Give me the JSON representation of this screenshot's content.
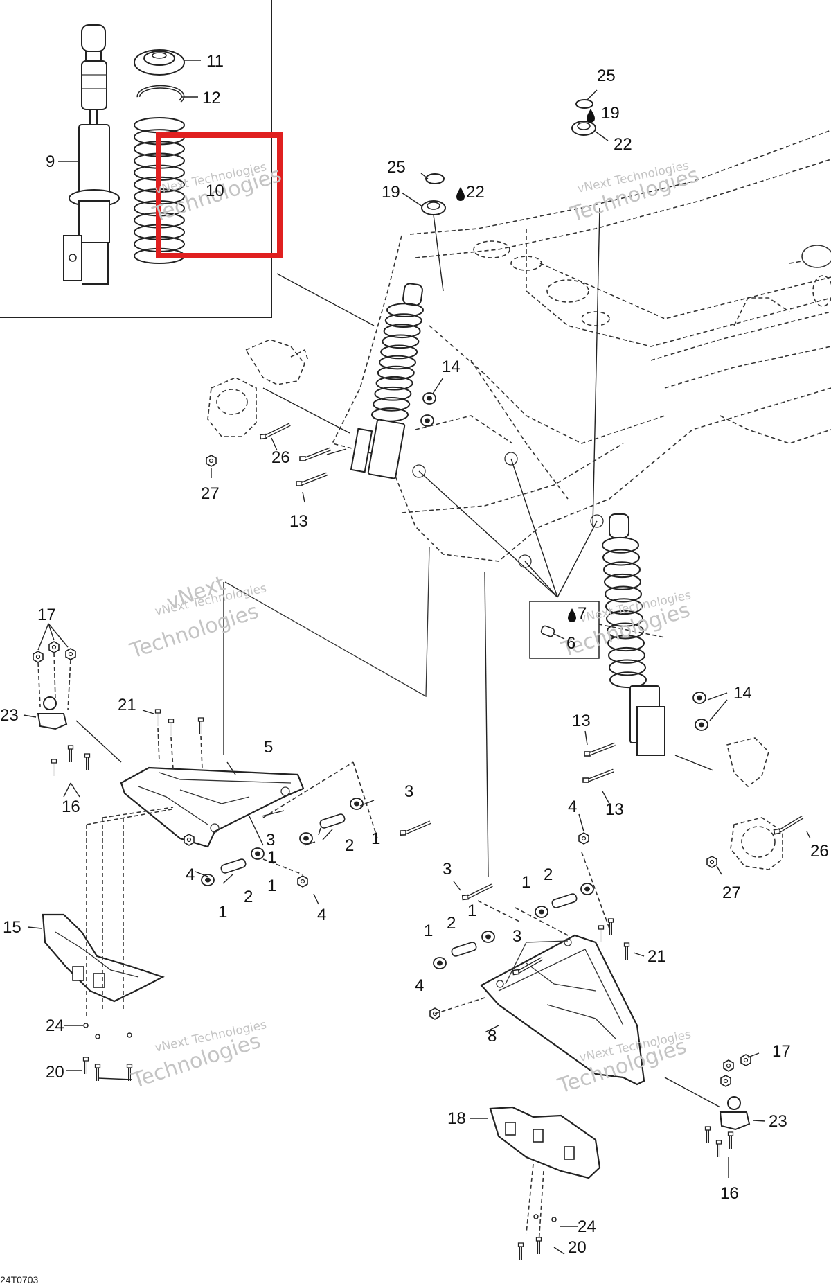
{
  "diagram": {
    "drawing_code": "24T0703",
    "watermark_lines": [
      "vNext Technologies",
      "vNext",
      "Technologies"
    ],
    "highlight_color": "#e02020",
    "oil_icon": "drop-icon",
    "labels": [
      {
        "id": "l11",
        "text": "11"
      },
      {
        "id": "l12",
        "text": "12"
      },
      {
        "id": "l9",
        "text": "9"
      },
      {
        "id": "l10",
        "text": "10"
      },
      {
        "id": "l25a",
        "text": "25"
      },
      {
        "id": "l19a",
        "text": "19"
      },
      {
        "id": "l22a",
        "text": "22"
      },
      {
        "id": "l25b",
        "text": "25"
      },
      {
        "id": "l19b",
        "text": "19"
      },
      {
        "id": "l22b",
        "text": "22"
      },
      {
        "id": "l14a",
        "text": "14"
      },
      {
        "id": "l26a",
        "text": "26"
      },
      {
        "id": "l27a",
        "text": "27"
      },
      {
        "id": "l13a",
        "text": "13"
      },
      {
        "id": "l7",
        "text": "7"
      },
      {
        "id": "l6",
        "text": "6"
      },
      {
        "id": "l17a",
        "text": "17"
      },
      {
        "id": "l23a",
        "text": "23"
      },
      {
        "id": "l21a",
        "text": "21"
      },
      {
        "id": "l5",
        "text": "5"
      },
      {
        "id": "l16a",
        "text": "16"
      },
      {
        "id": "l3a",
        "text": "3"
      },
      {
        "id": "l3b",
        "text": "3"
      },
      {
        "id": "l2a",
        "text": "2"
      },
      {
        "id": "l1a",
        "text": "1"
      },
      {
        "id": "l1b",
        "text": "1"
      },
      {
        "id": "l4a",
        "text": "4"
      },
      {
        "id": "l2b",
        "text": "2"
      },
      {
        "id": "l1c",
        "text": "1"
      },
      {
        "id": "l1d",
        "text": "1"
      },
      {
        "id": "l4b",
        "text": "4"
      },
      {
        "id": "l15",
        "text": "15"
      },
      {
        "id": "l24a",
        "text": "24"
      },
      {
        "id": "l20a",
        "text": "20"
      },
      {
        "id": "l14b",
        "text": "14"
      },
      {
        "id": "l13b",
        "text": "13"
      },
      {
        "id": "l13c",
        "text": "13"
      },
      {
        "id": "l4c",
        "text": "4"
      },
      {
        "id": "l26b",
        "text": "26"
      },
      {
        "id": "l27b",
        "text": "27"
      },
      {
        "id": "l3c",
        "text": "3"
      },
      {
        "id": "l1e",
        "text": "1"
      },
      {
        "id": "l2c",
        "text": "2"
      },
      {
        "id": "l1f",
        "text": "1"
      },
      {
        "id": "l1g",
        "text": "1"
      },
      {
        "id": "l2d",
        "text": "2"
      },
      {
        "id": "l3d",
        "text": "3"
      },
      {
        "id": "l21b",
        "text": "21"
      },
      {
        "id": "l4d",
        "text": "4"
      },
      {
        "id": "l8",
        "text": "8"
      },
      {
        "id": "l17b",
        "text": "17"
      },
      {
        "id": "l23b",
        "text": "23"
      },
      {
        "id": "l18",
        "text": "18"
      },
      {
        "id": "l16b",
        "text": "16"
      },
      {
        "id": "l24b",
        "text": "24"
      },
      {
        "id": "l20b",
        "text": "20"
      }
    ]
  }
}
